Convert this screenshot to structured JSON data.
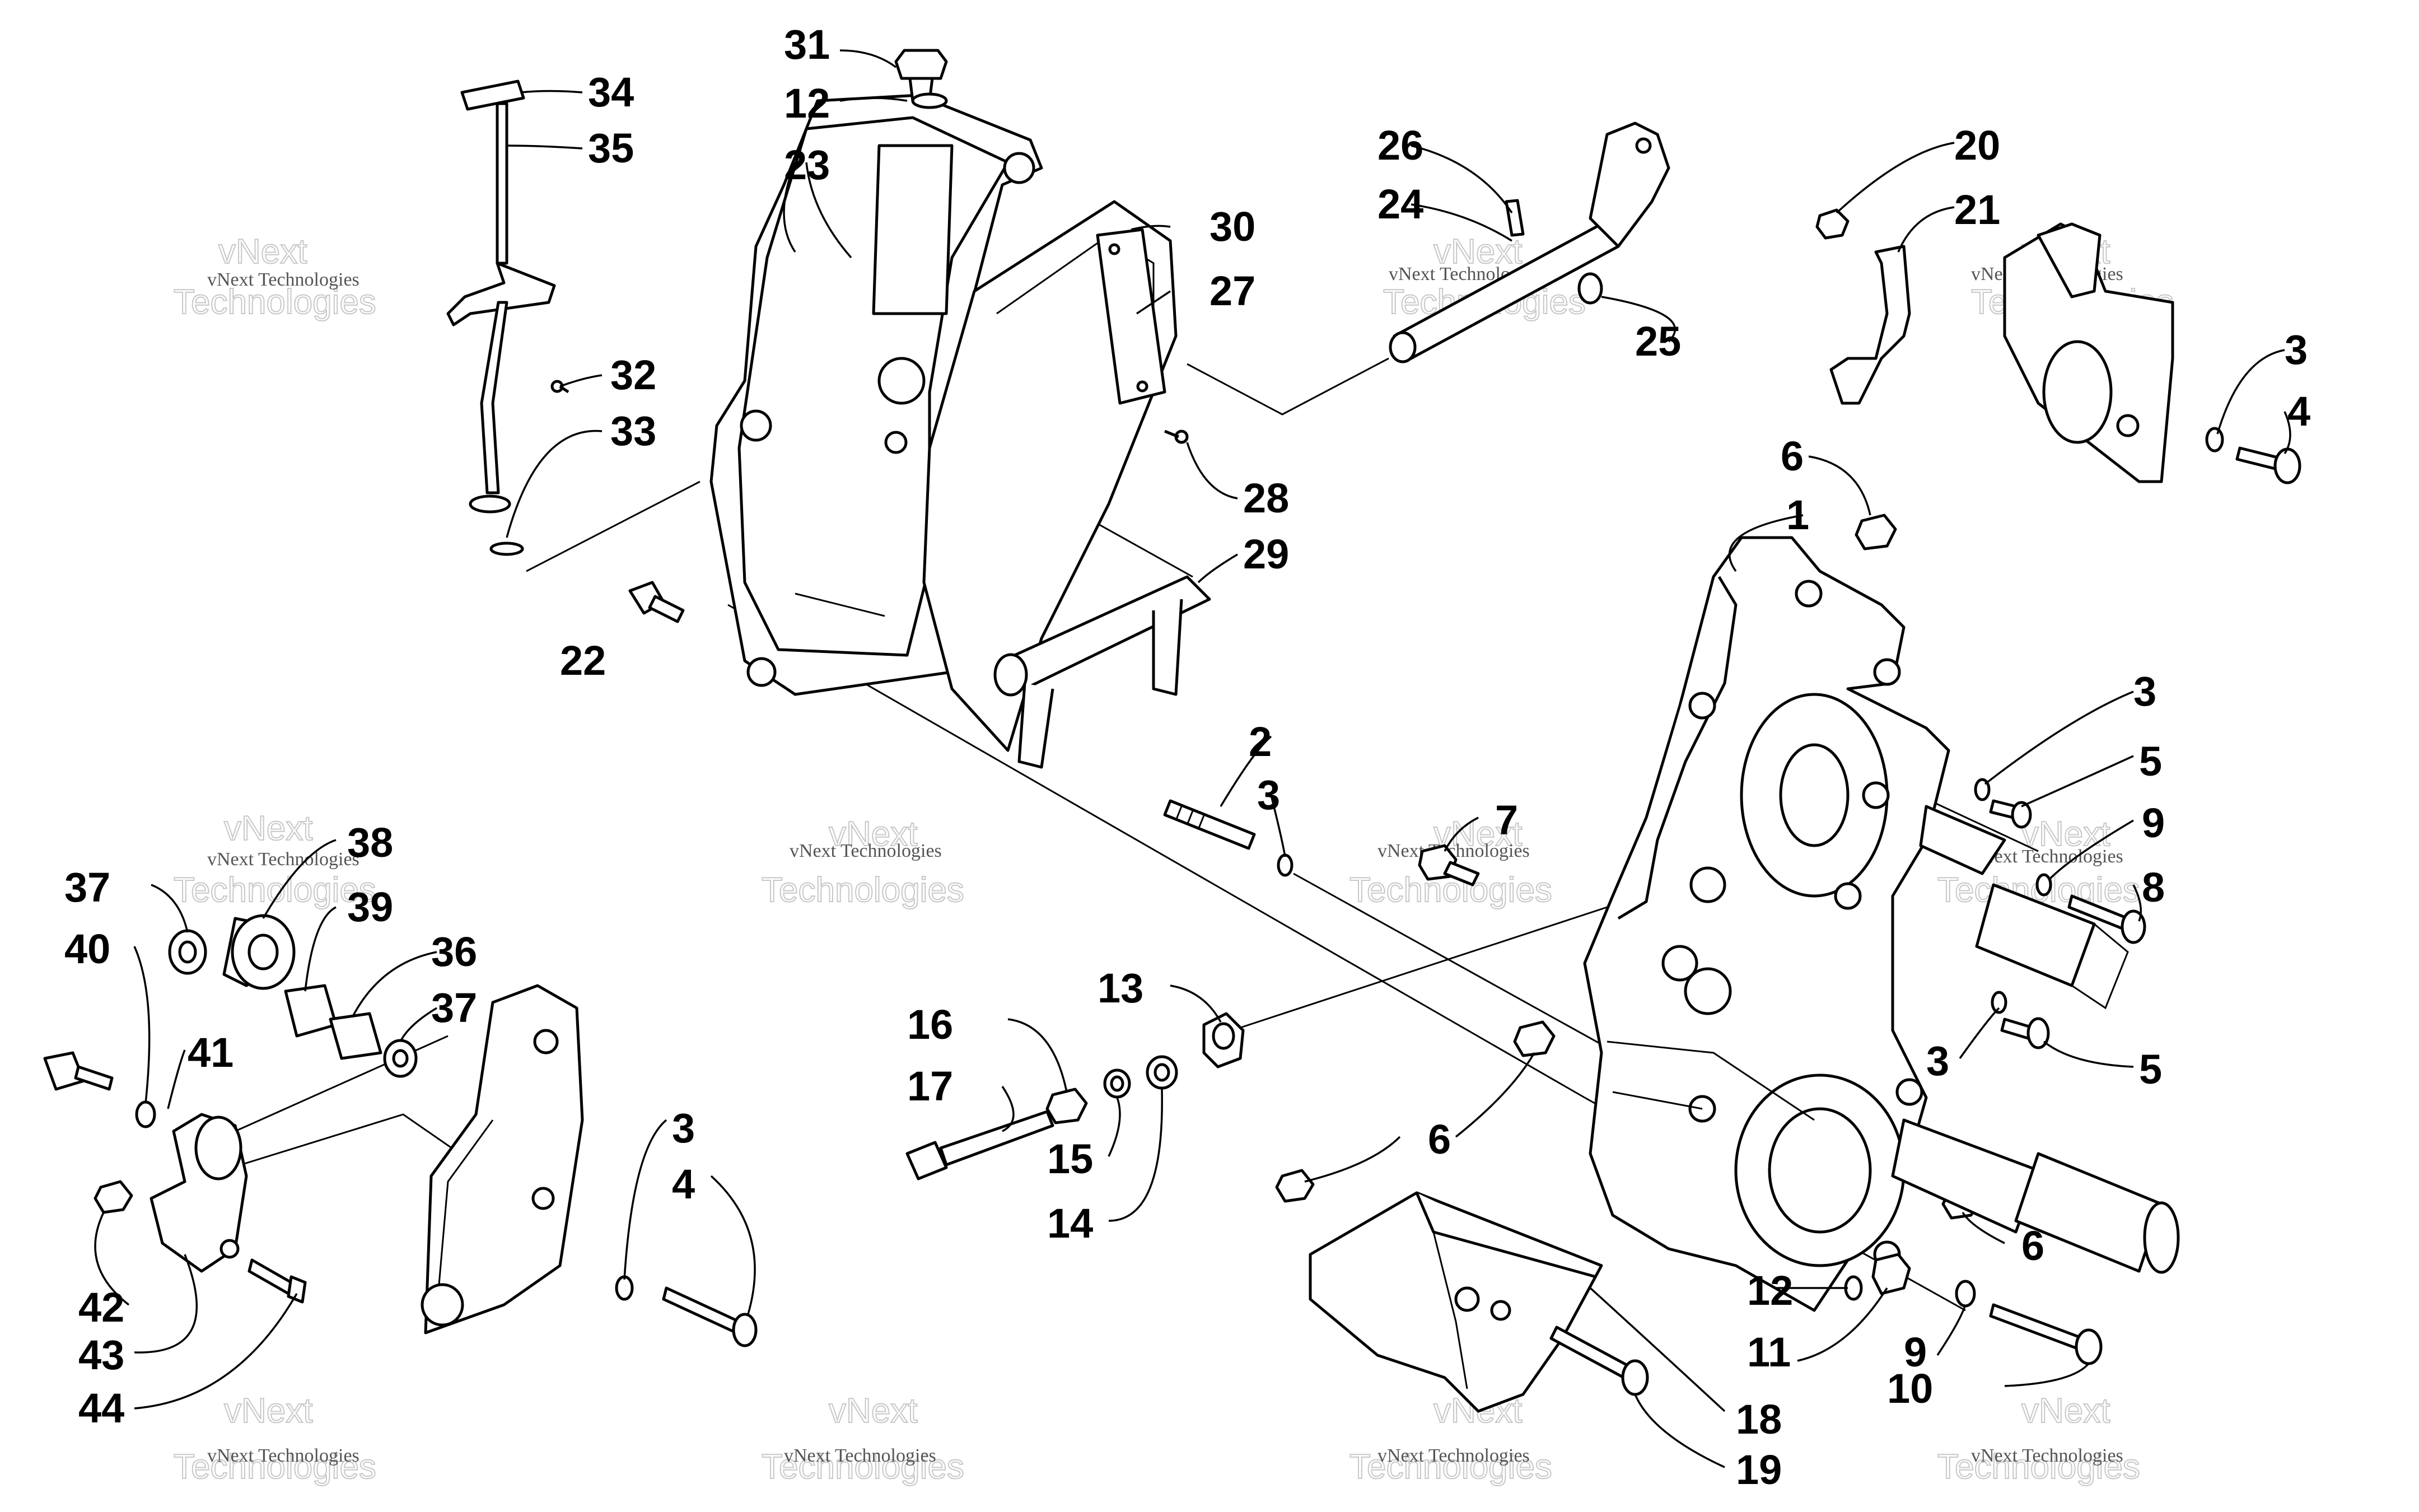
{
  "watermark": {
    "company": "vNext Technologies",
    "brand_top": "vNext",
    "brand_bottom": "Technologies"
  },
  "callouts": [
    "1",
    "2",
    "3",
    "4",
    "5",
    "6",
    "7",
    "8",
    "9",
    "10",
    "11",
    "12",
    "13",
    "14",
    "15",
    "16",
    "17",
    "18",
    "19",
    "20",
    "21",
    "22",
    "23",
    "24",
    "25",
    "26",
    "27",
    "28",
    "29",
    "30",
    "31",
    "32",
    "33",
    "34",
    "35",
    "36",
    "37",
    "38",
    "39",
    "40",
    "41",
    "42",
    "43",
    "44"
  ]
}
